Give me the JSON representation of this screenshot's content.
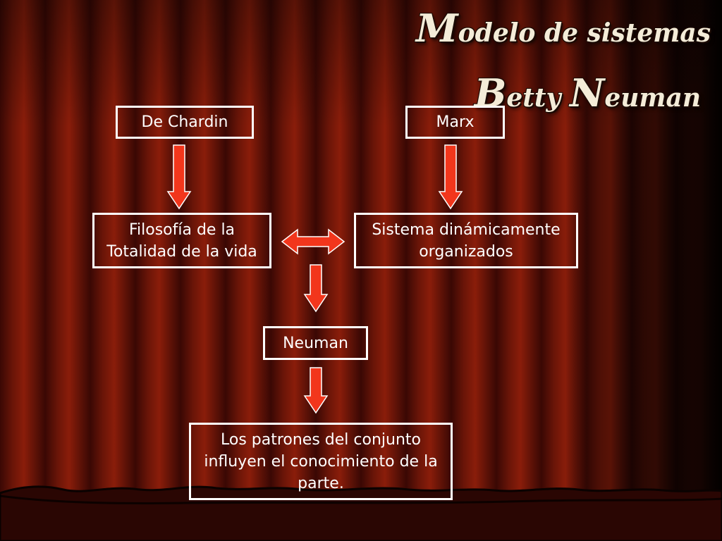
{
  "title": {
    "line1_cap": "M",
    "line1_rest": "odelo de sistemas",
    "line2_cap_b": "B",
    "line2_rest_b": "etty ",
    "line2_cap_n": "N",
    "line2_rest_n": "euman"
  },
  "nodes": {
    "de_chardin": "De Chardin",
    "marx": "Marx",
    "filosofia": "Filosofía de la Totalidad de la vida",
    "sistema": "Sistema dinámicamente organizados",
    "neuman": "Neuman",
    "patrones": "Los patrones del conjunto influyen el conocimiento de la parte."
  },
  "colors": {
    "arrow_fill": "#f2361c",
    "arrow_stroke": "#ffffff",
    "box_border": "#ffffff",
    "text": "#ffffff"
  }
}
